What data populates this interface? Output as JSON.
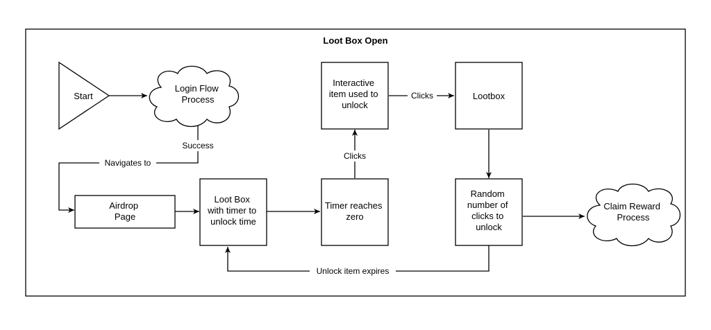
{
  "diagram": {
    "title": "Loot Box Open",
    "nodes": {
      "start": {
        "lines": [
          "Start"
        ]
      },
      "login": {
        "lines": [
          "Login Flow",
          "Process"
        ]
      },
      "airdrop": {
        "lines": [
          "Airdrop",
          "Page"
        ]
      },
      "lootbox_timer": {
        "lines": [
          "Loot Box",
          "with timer to",
          "unlock time"
        ]
      },
      "timer_zero": {
        "lines": [
          "Timer reaches",
          "zero"
        ]
      },
      "interactive": {
        "lines": [
          "Interactive",
          "item used to",
          "unlock"
        ]
      },
      "lootbox": {
        "lines": [
          "Lootbox"
        ]
      },
      "random": {
        "lines": [
          "Random",
          "number of",
          "clicks to",
          "unlock"
        ]
      },
      "claim": {
        "lines": [
          "Claim Reward",
          "Process"
        ]
      }
    },
    "edges": {
      "start_login": {
        "label": ""
      },
      "login_airdrop_success": {
        "label": "Success"
      },
      "login_airdrop_navigates": {
        "label": "Navigates to"
      },
      "airdrop_lootbox": {
        "label": ""
      },
      "lootbox_timer_zero": {
        "label": ""
      },
      "timer_interactive": {
        "label": "Clicks"
      },
      "interactive_lootbox": {
        "label": "Clicks"
      },
      "lootbox_random": {
        "label": ""
      },
      "random_claim": {
        "label": ""
      },
      "random_lootbox_expire": {
        "label": "Unlock item expires"
      }
    }
  }
}
